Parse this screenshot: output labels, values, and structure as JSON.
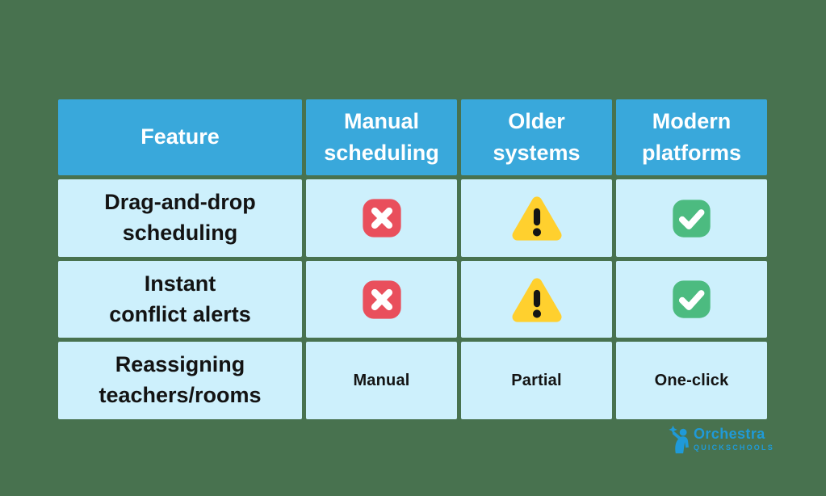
{
  "colors": {
    "background": "#48724F",
    "header_bg": "#39A8DB",
    "header_text": "#FFFFFF",
    "cell_bg": "#CDF0FC",
    "cell_text": "#131313",
    "cross": "#E94F5C",
    "warning": "#FFD02E",
    "check": "#4CBB80",
    "icon_mark_light": "#FFFFFF",
    "icon_mark_dark": "#151515",
    "logo_blue": "#1F9AD8"
  },
  "table": {
    "columns": [
      "Feature",
      "Manual\nscheduling",
      "Older\nsystems",
      "Modern\nplatforms"
    ],
    "rows": [
      {
        "feature": "Drag-and-drop\nscheduling",
        "manual_scheduling": "cross-icon",
        "older_systems": "warning-icon",
        "modern_platforms": "check-icon"
      },
      {
        "feature": "Instant\nconflict alerts",
        "manual_scheduling": "cross-icon",
        "older_systems": "warning-icon",
        "modern_platforms": "check-icon"
      },
      {
        "feature": "Reassigning\nteachers/rooms",
        "manual_scheduling": "Manual",
        "older_systems": "Partial",
        "modern_platforms": "One-click"
      }
    ]
  },
  "logo": {
    "name": "Orchestra",
    "subtitle": "QUICKSCHOOLS"
  },
  "chart_data": {
    "type": "table",
    "title": "Feature comparison: manual scheduling vs older systems vs modern platforms",
    "columns": [
      "Feature",
      "Manual scheduling",
      "Older systems",
      "Modern platforms"
    ],
    "rows": [
      [
        "Drag-and-drop scheduling",
        "no (red cross)",
        "limited (yellow warning)",
        "yes (green check)"
      ],
      [
        "Instant conflict alerts",
        "no (red cross)",
        "limited (yellow warning)",
        "yes (green check)"
      ],
      [
        "Reassigning teachers/rooms",
        "Manual",
        "Partial",
        "One-click"
      ]
    ],
    "legend_position": "none",
    "grid": false
  }
}
